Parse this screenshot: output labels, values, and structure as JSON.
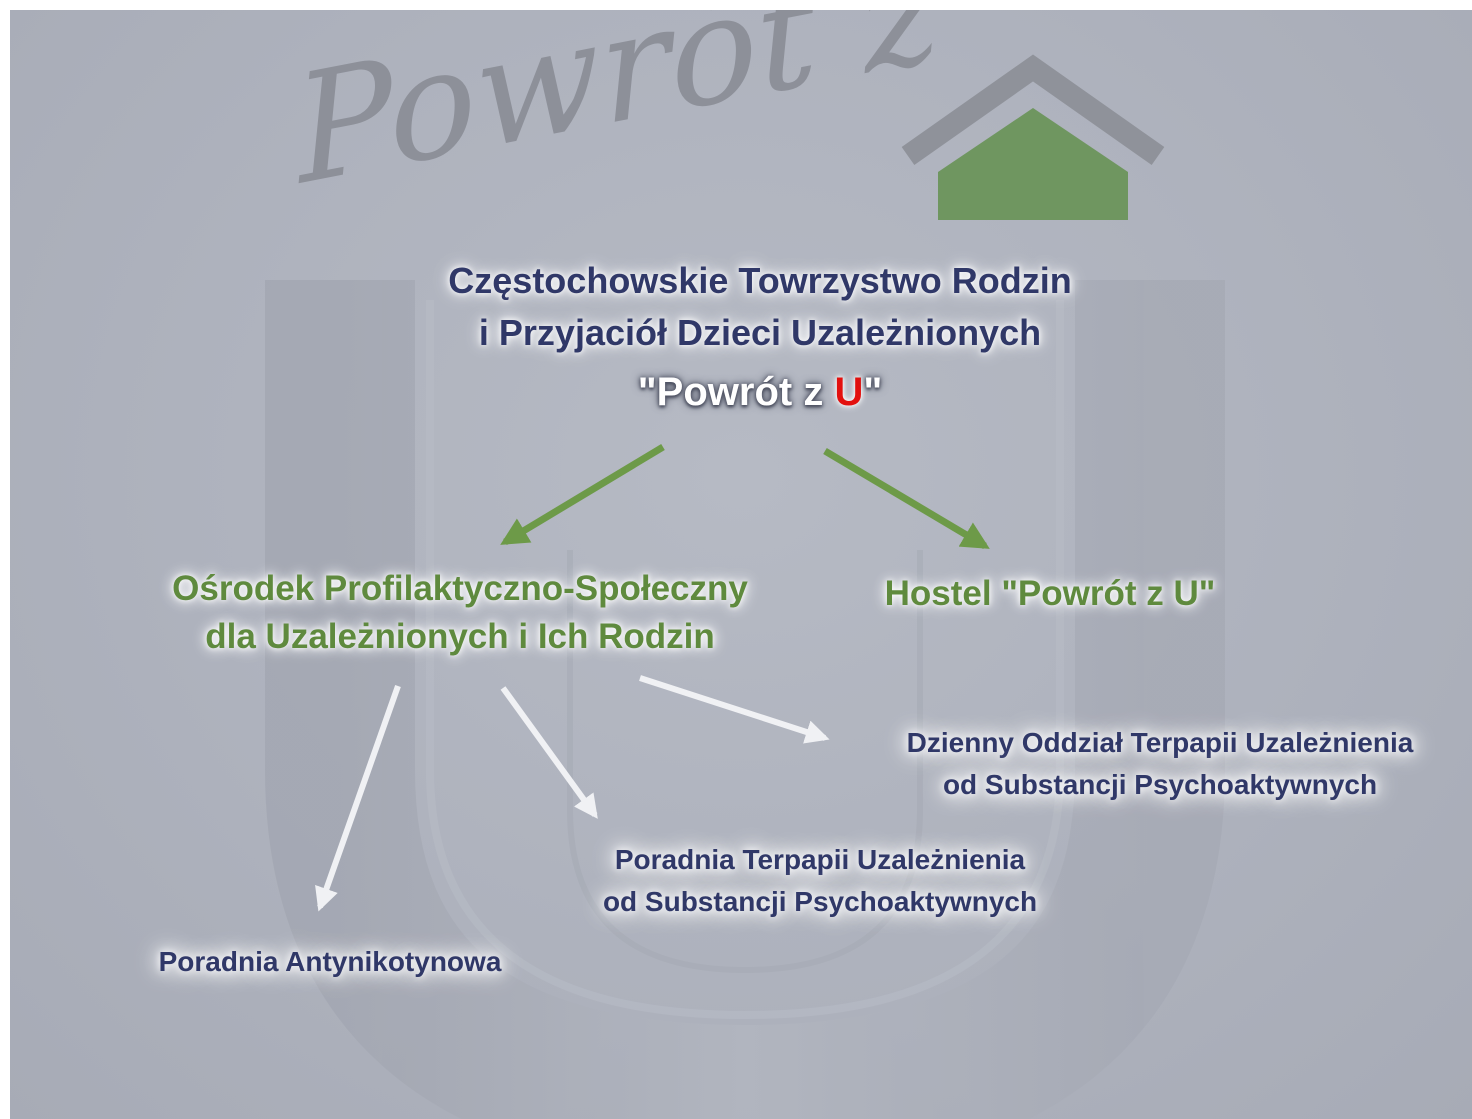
{
  "logo": {
    "wordmark": "Powrót z"
  },
  "organization": {
    "title_line1": "Częstochowskie Towrzystwo Rodzin",
    "title_line2": "i Przyjaciół Dzieci Uzależnionych",
    "brand_open_quote": "\"",
    "brand_text": "Powrót z ",
    "brand_letter": "U",
    "brand_close_quote": "\""
  },
  "branches": [
    {
      "line1": "Ośrodek Profilaktyczno-Społeczny",
      "line2": "dla Uzależnionych i Ich Rodzin"
    },
    {
      "line1": "Hostel \"Powrót z U\""
    }
  ],
  "sub_units": [
    {
      "line1": "Dzienny Oddział Terpapii Uzależnienia",
      "line2": "od Substancji Psychoaktywnych"
    },
    {
      "line1": "Poradnia Terpapii Uzależnienia",
      "line2": "od Substancji Psychoaktywnych"
    },
    {
      "line1": "Poradnia Antynikotynowa"
    }
  ],
  "colors": {
    "background": "#aeb2bd",
    "house_roof": "#8f929a",
    "house_body": "#6f9660",
    "heading_text": "#303868",
    "branch_text": "#5f8a3e",
    "brand_red": "#e3100e",
    "green_arrow": "#6d9a48",
    "white_arrow": "#f0f1f4"
  },
  "icons": [
    "house-icon",
    "letter-u-watermark",
    "green-arrow-icon",
    "white-arrow-icon"
  ]
}
